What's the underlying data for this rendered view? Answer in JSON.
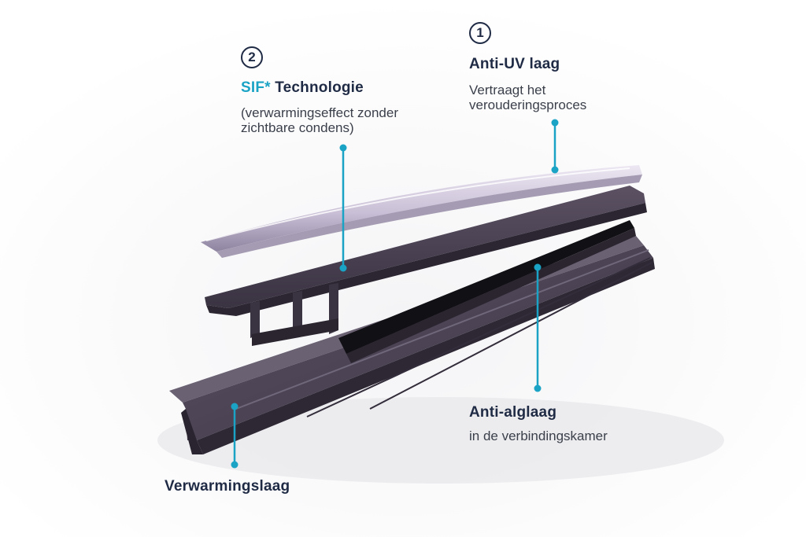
{
  "callouts": {
    "uv": {
      "number": "1",
      "title": "Anti-UV laag",
      "desc_line1": "Vertraagt het",
      "desc_line2": "verouderingsproces"
    },
    "sif": {
      "number": "2",
      "title_star": "SIF*",
      "title_rest": " Technologie",
      "desc_line1": "(verwarmingseffect zonder",
      "desc_line2": "zichtbare condens)"
    },
    "alg": {
      "title": "Anti-alglaag",
      "desc": "in de verbindingskamer"
    },
    "heat": {
      "title": "Verwarmingslaag"
    }
  },
  "colors": {
    "text": "#1f2a44",
    "accent": "#1aa3c4",
    "profile": "#4a4152",
    "cover": "#d6cfe0"
  }
}
